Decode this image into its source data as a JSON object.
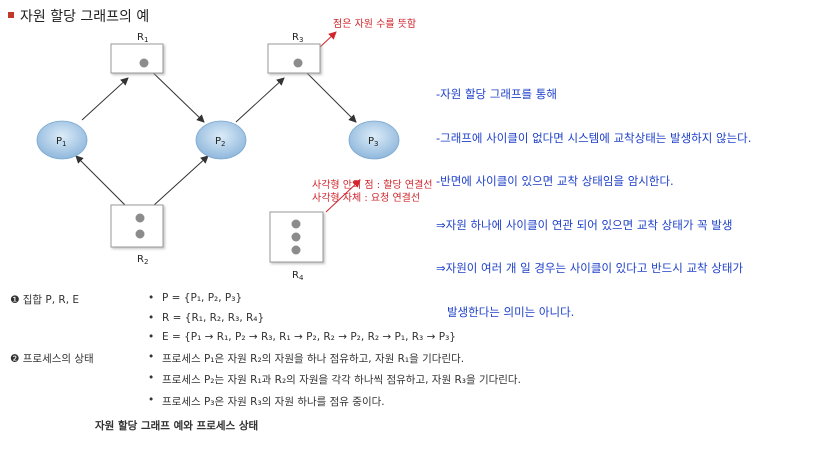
{
  "title": "자원 할당 그래프의 예",
  "diagram": {
    "resources": [
      {
        "label": "R",
        "sub": "1"
      },
      {
        "label": "R",
        "sub": "3"
      },
      {
        "label": "R",
        "sub": "2"
      },
      {
        "label": "R",
        "sub": "4"
      }
    ],
    "processes": [
      {
        "label": "P",
        "sub": "1"
      },
      {
        "label": "P",
        "sub": "2"
      },
      {
        "label": "P",
        "sub": "3"
      }
    ],
    "annotation_dot": "점은 자원 수를 뜻함",
    "annotation_edge_1": "사각형 안의 점 : 할당 연결선",
    "annotation_edge_2": "사각형 자체 : 요청 연결선"
  },
  "notes": [
    "-자원 할당 그래프를 통해",
    "-그래프에 사이클이 없다면 시스템에 교착상태는 발생하지 않는다.",
    "-반면에 사이클이 있으면 교착 상태임을 암시한다.",
    "⇒자원 하나에 사이클이 연관 되어 있으면 교착 상태가 꼭 발생",
    "⇒자원이 여러 개 일 경우는 사이클이 있다고 반드시 교착 상태가",
    "   발생한다는 의미는 아니다."
  ],
  "definitions": {
    "set_label": "❶ 집합 P, R, E",
    "state_label": "❷ 프로세스의 상태",
    "P_set": "P = {P₁, P₂, P₃}",
    "R_set": "R = {R₁, R₂, R₃, R₄}",
    "E_set": "E = {P₁ → R₁, P₂ → R₃, R₁ → P₂, R₂ → P₂, R₂ → P₁, R₃ → P₃}",
    "state_p1": "프로세스 P₁은 자원 R₂의 자원을 하나 점유하고, 자원 R₁을 기다린다.",
    "state_p2": "프로세스 P₂는 자원 R₁과 R₂의 자원을 각각 하나씩 점유하고, 자원 R₃을 기다린다.",
    "state_p3": "프로세스 P₃은 자원 R₃의 자원 하나를 점유 중이다."
  },
  "bullet_char": "•",
  "caption": "자원 할당 그래프 예와 프로세스 상태",
  "colors": {
    "process_fill": "#a9cbe6",
    "resource_border": "#999999",
    "dot": "#8c8c8c",
    "annotation": "#d0262c",
    "note": "#1e40c8"
  }
}
